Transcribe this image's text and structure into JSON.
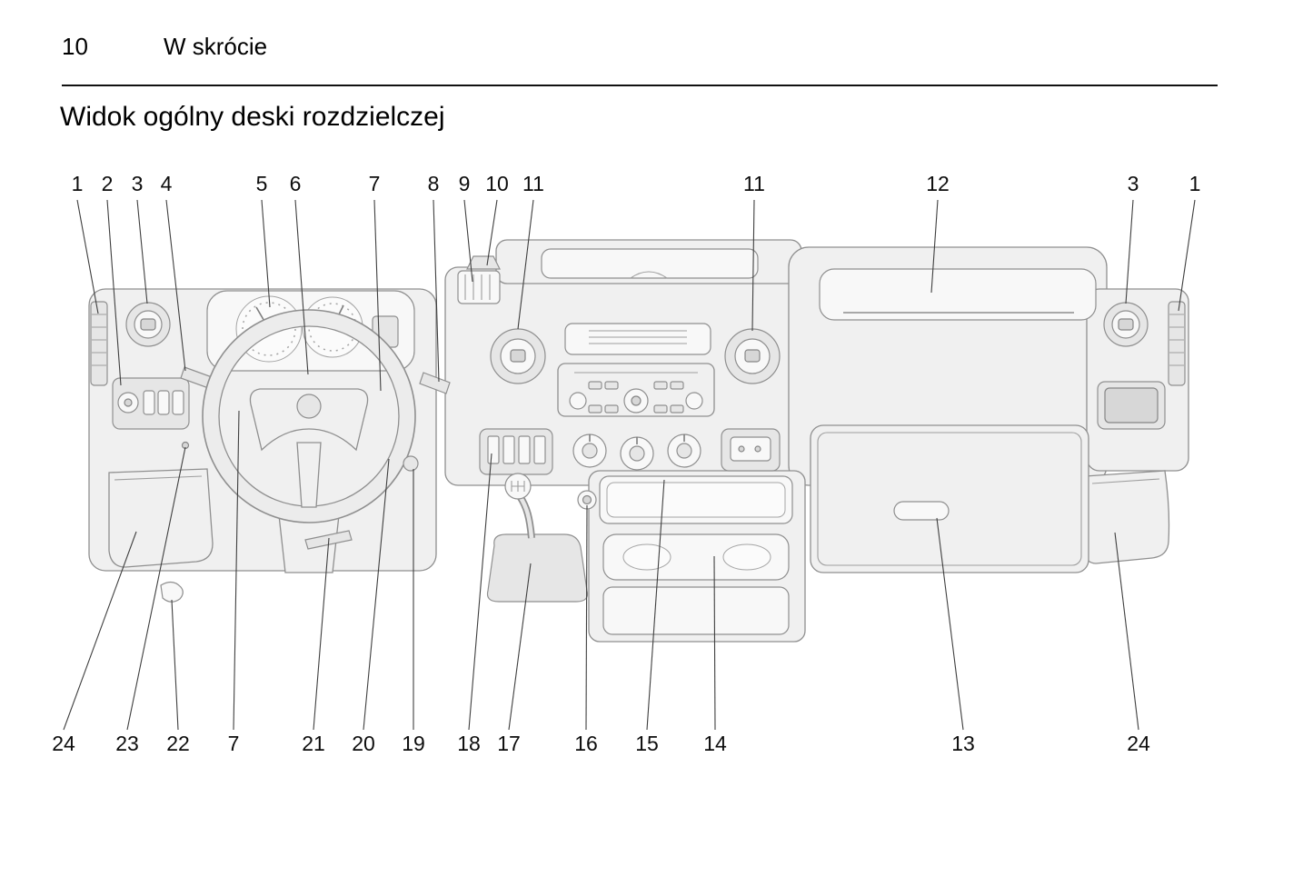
{
  "page": {
    "number": "10",
    "section": "W skrócie",
    "heading": "Widok ogólny deski rozdzielczej"
  },
  "callouts": {
    "top": [
      {
        "label": "1"
      },
      {
        "label": "2"
      },
      {
        "label": "3"
      },
      {
        "label": "4"
      },
      {
        "label": "5"
      },
      {
        "label": "6"
      },
      {
        "label": "7"
      },
      {
        "label": "8"
      },
      {
        "label": "9"
      },
      {
        "label": "10"
      },
      {
        "label": "11"
      },
      {
        "label": "11"
      },
      {
        "label": "12"
      },
      {
        "label": "3"
      },
      {
        "label": "1"
      }
    ],
    "bottom": [
      {
        "label": "24"
      },
      {
        "label": "23"
      },
      {
        "label": "22"
      },
      {
        "label": "7"
      },
      {
        "label": "21"
      },
      {
        "label": "20"
      },
      {
        "label": "19"
      },
      {
        "label": "18"
      },
      {
        "label": "17"
      },
      {
        "label": "16"
      },
      {
        "label": "15"
      },
      {
        "label": "14"
      },
      {
        "label": "13"
      },
      {
        "label": "24"
      }
    ]
  }
}
